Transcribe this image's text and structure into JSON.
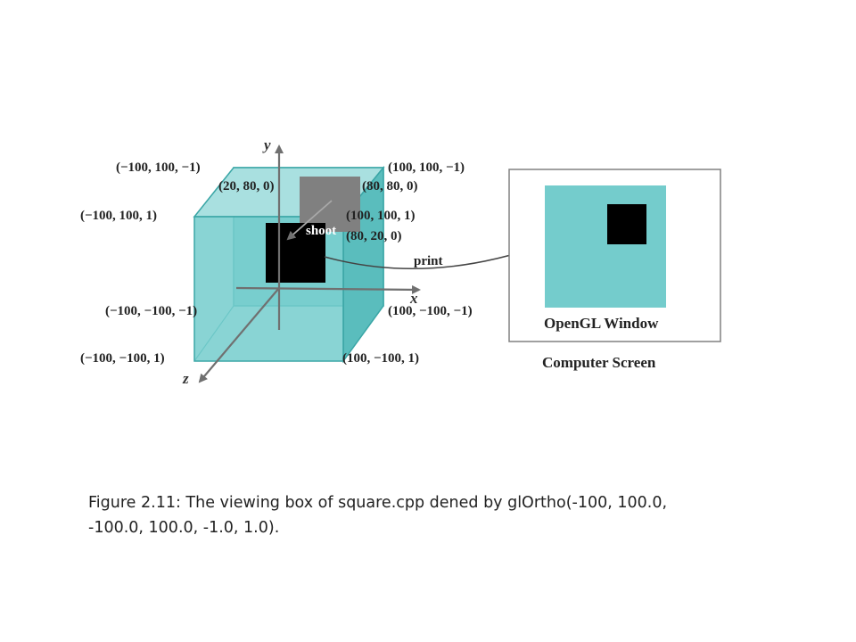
{
  "colors": {
    "box_fill": "#6fc9c9",
    "box_edge": "#3aa6a6",
    "square": "#000000",
    "projected_square": "#808080",
    "axis": "#707070",
    "frame": "#808080"
  },
  "labels": {
    "top_left_back": "(−100, 100, −1)",
    "top_right_back": "(100, 100, −1)",
    "square_top_left": "(20, 80, 0)",
    "square_top_right": "(80, 80, 0)",
    "top_left_front": "(−100, 100, 1)",
    "top_right_front": "(100, 100, 1)",
    "square_bottom_right": "(80, 20, 0)",
    "bottom_left_back": "(−100, −100, −1)",
    "bottom_right_back": "(100, −100, −1)",
    "bottom_left_front": "(−100, −100, 1)",
    "bottom_right_front": "(100, −100, 1)"
  },
  "axes": {
    "x": "x",
    "y": "y",
    "z": "z"
  },
  "arrows": {
    "shoot": "shoot",
    "print": "print"
  },
  "window": {
    "title": "OpenGL Window",
    "screen_label": "Computer Screen"
  },
  "caption": {
    "line1": "Figure 2.11: The viewing box of square.cpp dened by glOrtho(-100, 100.0,",
    "line2": "-100.0, 100.0, -1.0, 1.0)."
  }
}
